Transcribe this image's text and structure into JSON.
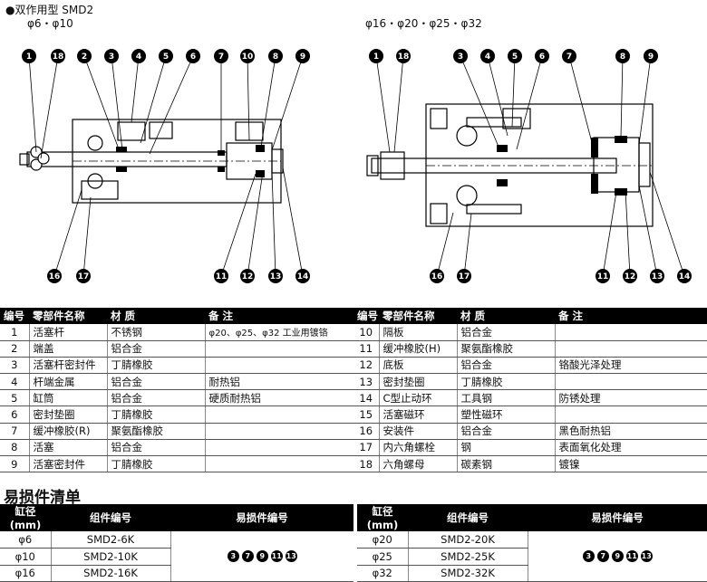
{
  "header": {
    "title": "●双作用型 SMD2",
    "left_sizes": "φ6・φ10",
    "right_sizes": "φ16・φ20・φ25・φ32"
  },
  "left_callouts_top": [
    "1",
    "18",
    "2",
    "3",
    "4",
    "5",
    "6",
    "7",
    "10",
    "8",
    "9"
  ],
  "left_callouts_bottom": [
    "16",
    "17",
    "11",
    "12",
    "13",
    "14"
  ],
  "right_callouts_top": [
    "1",
    "18",
    "3",
    "4",
    "5",
    "6",
    "7",
    "8",
    "9"
  ],
  "right_callouts_bottom": [
    "16",
    "17",
    "11",
    "12",
    "13",
    "14"
  ],
  "parts_table": {
    "headers": [
      "编号",
      "零部件名称",
      "材 质",
      "备 注"
    ],
    "left_rows": [
      [
        "1",
        "活塞杆",
        "不锈钢",
        "φ20、φ25、φ32 工业用镀铬"
      ],
      [
        "2",
        "端盖",
        "铝合金",
        ""
      ],
      [
        "3",
        "活塞杆密封件",
        "丁腈橡胶",
        ""
      ],
      [
        "4",
        "杆端金属",
        "铝合金",
        "耐热铝"
      ],
      [
        "5",
        "缸筒",
        "铝合金",
        "硬质耐热铝"
      ],
      [
        "6",
        "密封垫圈",
        "丁腈橡胶",
        ""
      ],
      [
        "7",
        "缓冲橡胶(R)",
        "聚氨酯橡胶",
        ""
      ],
      [
        "8",
        "活塞",
        "铝合金",
        ""
      ],
      [
        "9",
        "活塞密封件",
        "丁腈橡胶",
        ""
      ]
    ],
    "right_rows": [
      [
        "10",
        "隔板",
        "铝合金",
        ""
      ],
      [
        "11",
        "缓冲橡胶(H)",
        "聚氨酯橡胶",
        ""
      ],
      [
        "12",
        "底板",
        "铝合金",
        "铬酸光泽处理"
      ],
      [
        "13",
        "密封垫圈",
        "丁腈橡胶",
        ""
      ],
      [
        "14",
        "C型止动环",
        "工具钢",
        "防锈处理"
      ],
      [
        "15",
        "活塞磁环",
        "塑性磁环",
        ""
      ],
      [
        "16",
        "安装件",
        "铝合金",
        "黑色耐热铝"
      ],
      [
        "17",
        "内六角螺栓",
        "钢",
        "表面氧化处理"
      ],
      [
        "18",
        "六角螺母",
        "碳素钢",
        "镀镍"
      ]
    ]
  },
  "spare_section": {
    "title": "易损件清单",
    "headers": [
      "缸径(mm)",
      "组件编号",
      "易损件编号"
    ],
    "left_rows": [
      [
        "φ6",
        "SMD2-6K"
      ],
      [
        "φ10",
        "SMD2-10K"
      ],
      [
        "φ16",
        "SMD2-16K"
      ]
    ],
    "right_rows": [
      [
        "φ20",
        "SMD2-20K"
      ],
      [
        "φ25",
        "SMD2-25K"
      ],
      [
        "φ32",
        "SMD2-32K"
      ]
    ],
    "spare_numbers": [
      "3",
      "7",
      "9",
      "11",
      "13"
    ]
  }
}
